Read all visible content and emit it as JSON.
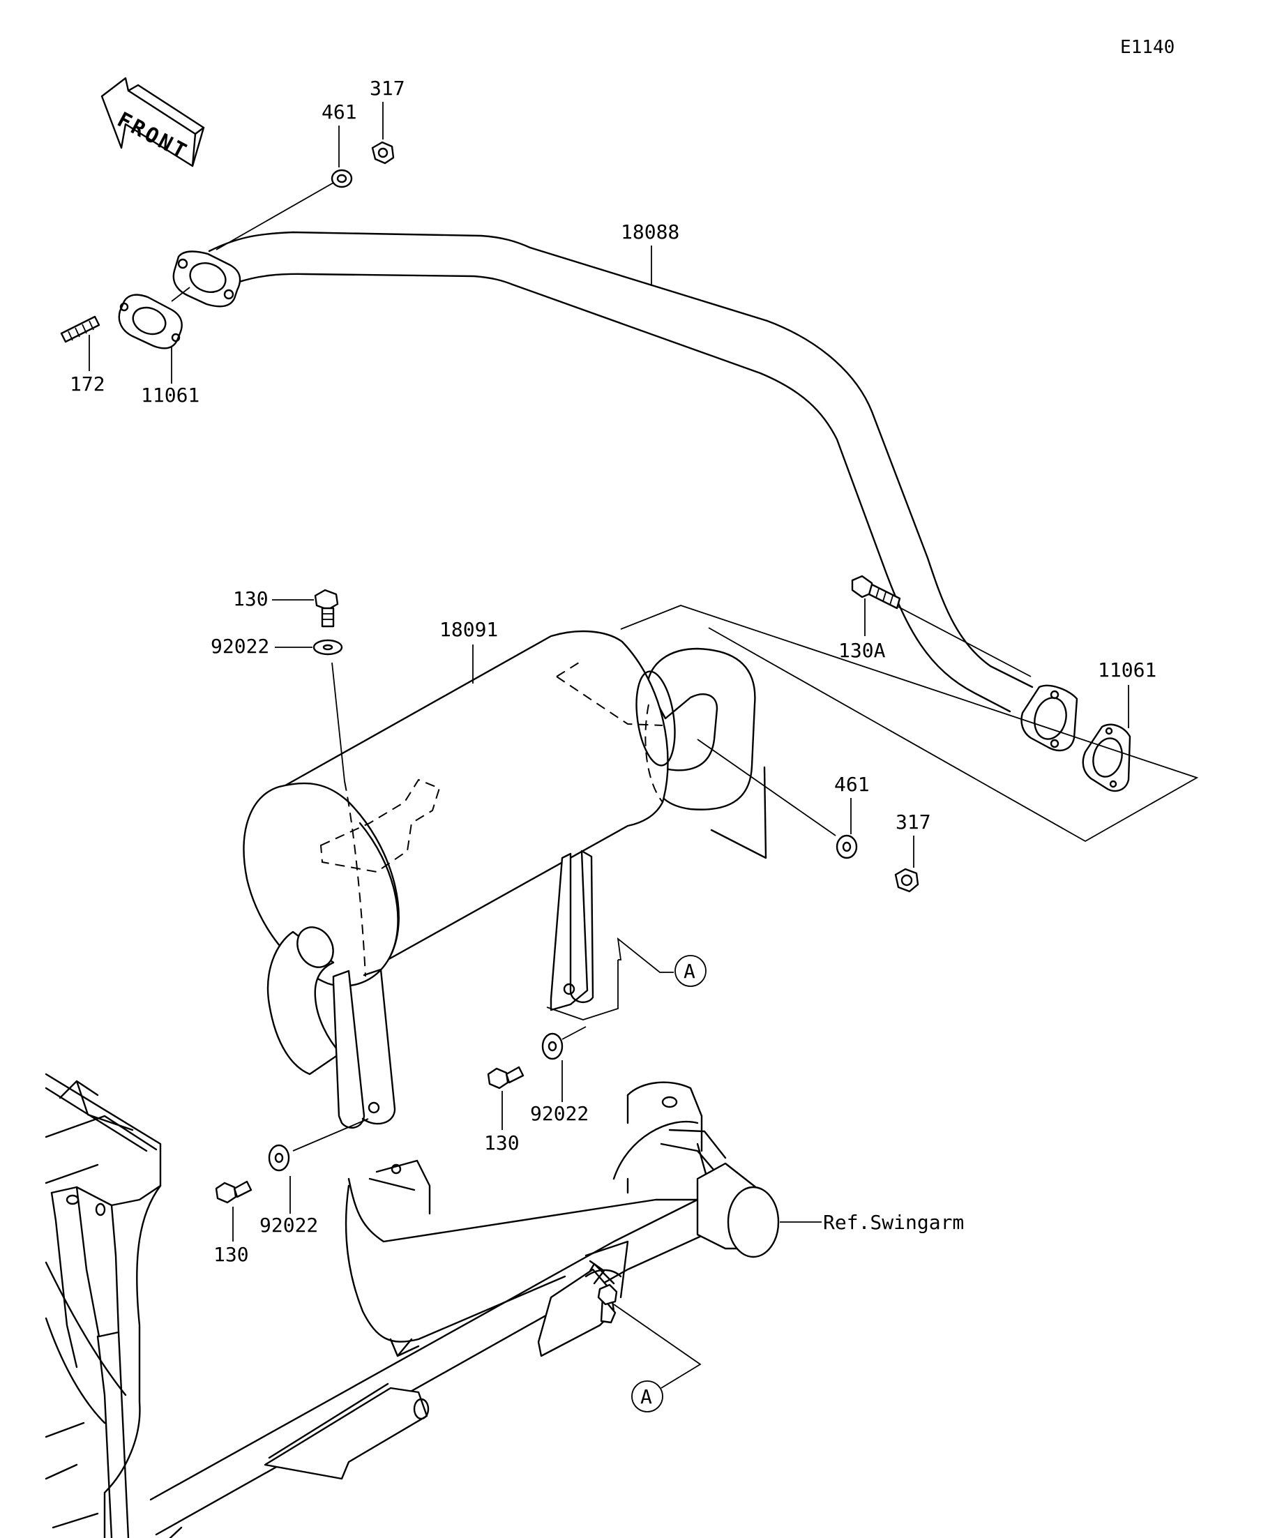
{
  "diagram_id": "E1140",
  "front_label": "FRONT",
  "callouts": {
    "top_461": "461",
    "top_317": "317",
    "pipe_18088": "18088",
    "stud_172": "172",
    "gasket_11061_left": "11061",
    "bolt_130_top": "130",
    "washer_92022_top": "92022",
    "muffler_18091": "18091",
    "bolt_130A": "130A",
    "gasket_11061_right": "11061",
    "right_461": "461",
    "right_317": "317",
    "ref_A_upper": "A",
    "washer_92022_mid": "92022",
    "bolt_130_mid": "130",
    "washer_92022_low": "92022",
    "bolt_130_low": "130",
    "ref_swingarm": "Ref.Swingarm",
    "ref_A_lower": "A"
  }
}
